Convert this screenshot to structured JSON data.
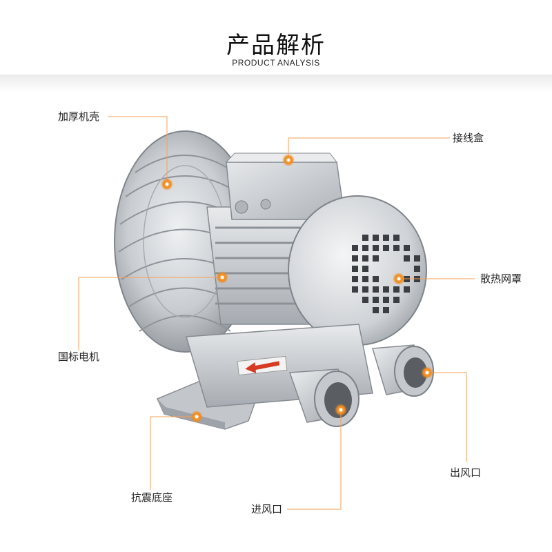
{
  "header": {
    "title_cn": "产品解析",
    "title_en": "PRODUCT ANALYSIS"
  },
  "callouts": {
    "thick_housing": "加厚机壳",
    "junction_box": "接线盒",
    "cooling_cover": "散热网罩",
    "standard_motor": "国标电机",
    "shock_base": "抗震底座",
    "air_inlet": "进风口",
    "air_outlet": "出风口"
  },
  "colors": {
    "accent": "#f08a1c",
    "leader": "#f5a15a",
    "metal_light": "#dcdfe2",
    "metal_mid": "#b9bdc2",
    "metal_dark": "#7e8389"
  }
}
